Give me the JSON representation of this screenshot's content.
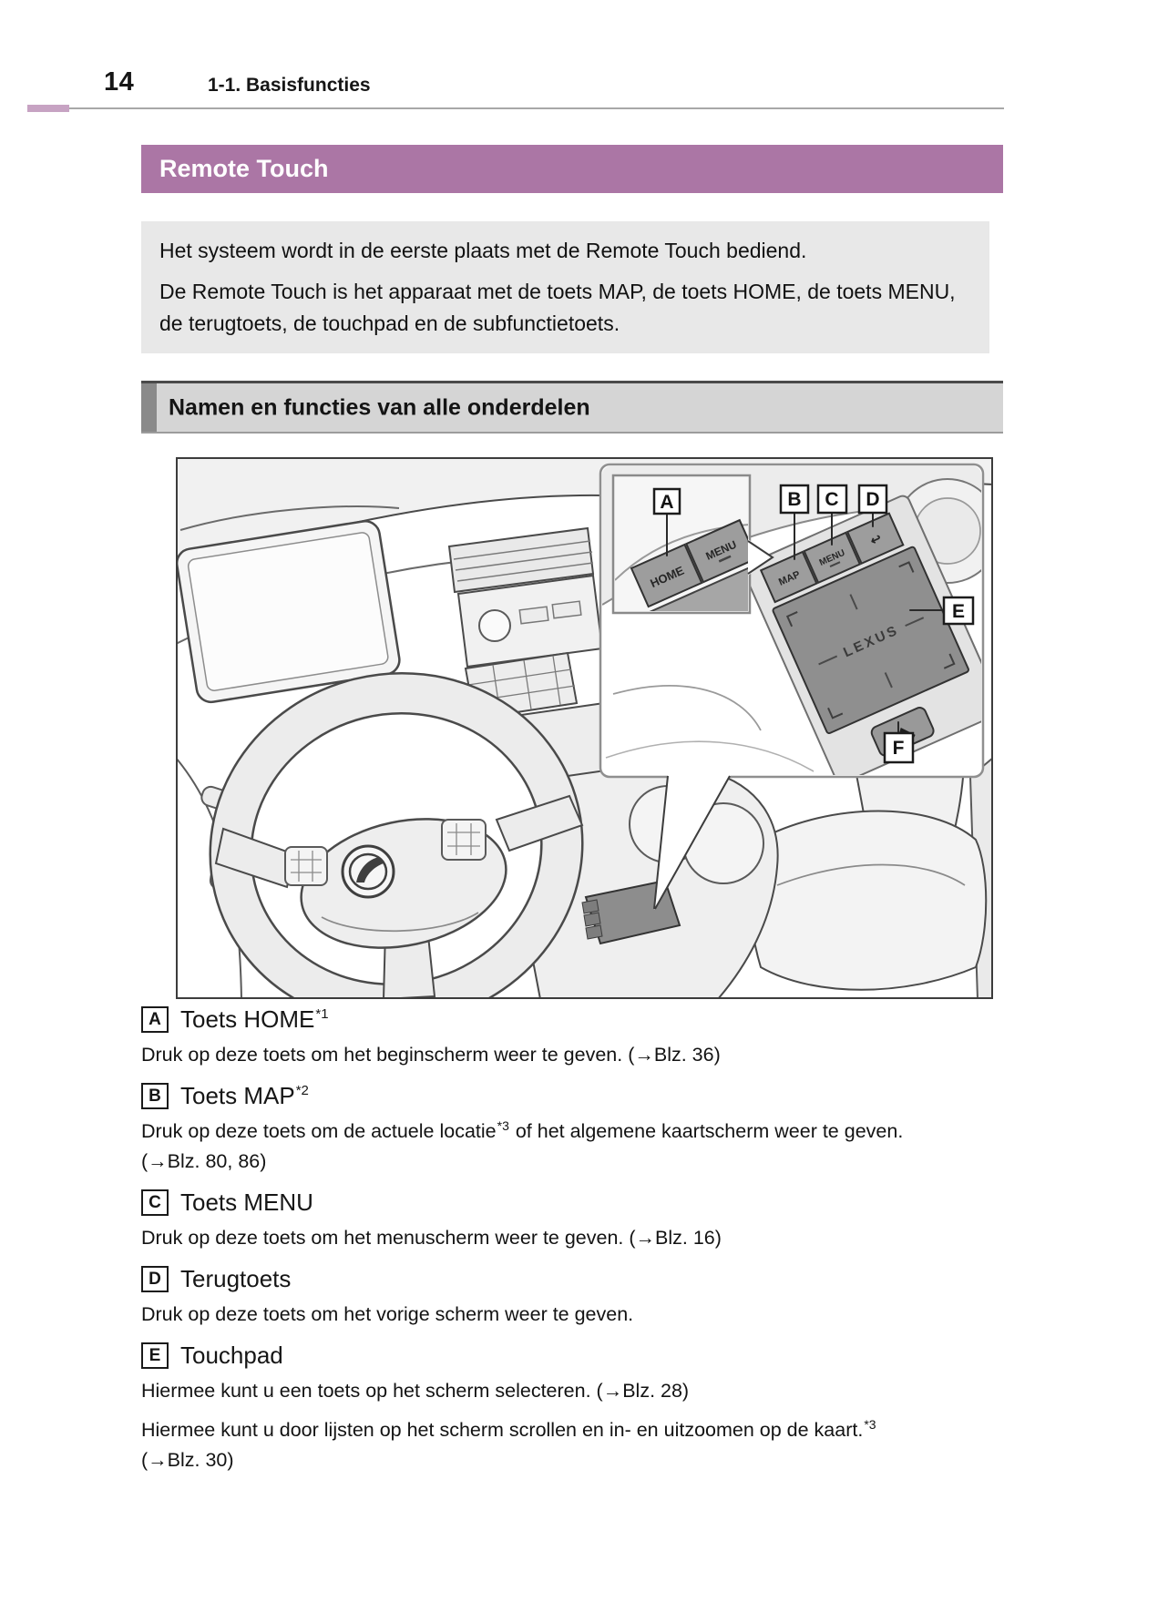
{
  "page": {
    "number": "14",
    "section_header": "1-1. Basisfuncties"
  },
  "banner": {
    "title": "Remote Touch",
    "bg": "#ab76a5"
  },
  "intro": {
    "p1": "Het systeem wordt in de eerste plaats met de Remote Touch bediend.",
    "p2": "De Remote Touch is het apparaat met de toets MAP, de toets HOME, de toets MENU, de terugtoets, de touchpad en de subfunctietoets."
  },
  "section_title": "Namen en functies van alle onderdelen",
  "diagram": {
    "callouts": [
      "A",
      "B",
      "C",
      "D",
      "E",
      "F"
    ],
    "unit_buttons": {
      "home": "HOME",
      "menu_inner": "MENU",
      "map": "MAP",
      "menu": "MENU",
      "lexus": "LEXUS"
    }
  },
  "items": [
    {
      "label": "A",
      "title": "Toets HOME",
      "title_sup": "*1",
      "paragraphs": [
        {
          "segments": [
            {
              "t": "Druk op deze toets om het beginscherm weer te geven. (→Blz. 36)"
            }
          ]
        }
      ]
    },
    {
      "label": "B",
      "title": "Toets MAP",
      "title_sup": "*2",
      "paragraphs": [
        {
          "segments": [
            {
              "t": "Druk op deze toets om de actuele locatie"
            },
            {
              "sup": "*3"
            },
            {
              "t": " of het algemene kaartscherm weer te geven."
            }
          ]
        },
        {
          "segments": [
            {
              "t": "(→Blz. 80, 86)"
            }
          ]
        }
      ]
    },
    {
      "label": "C",
      "title": "Toets MENU",
      "paragraphs": [
        {
          "segments": [
            {
              "t": "Druk op deze toets om het menuscherm weer te geven. (→Blz. 16)"
            }
          ]
        }
      ]
    },
    {
      "label": "D",
      "title": "Terugtoets",
      "paragraphs": [
        {
          "segments": [
            {
              "t": "Druk op deze toets om het vorige scherm weer te geven."
            }
          ]
        }
      ]
    },
    {
      "label": "E",
      "title": "Touchpad",
      "paragraphs": [
        {
          "segments": [
            {
              "t": "Hiermee kunt u een toets op het scherm selecteren. (→Blz. 28)"
            }
          ]
        },
        {
          "gap": true,
          "segments": [
            {
              "t": "Hiermee kunt u door lijsten op het scherm scrollen en in- en uitzoomen op de kaart."
            },
            {
              "sup": "*3"
            }
          ]
        },
        {
          "segments": [
            {
              "t": "(→Blz. 30)"
            }
          ]
        }
      ]
    }
  ]
}
